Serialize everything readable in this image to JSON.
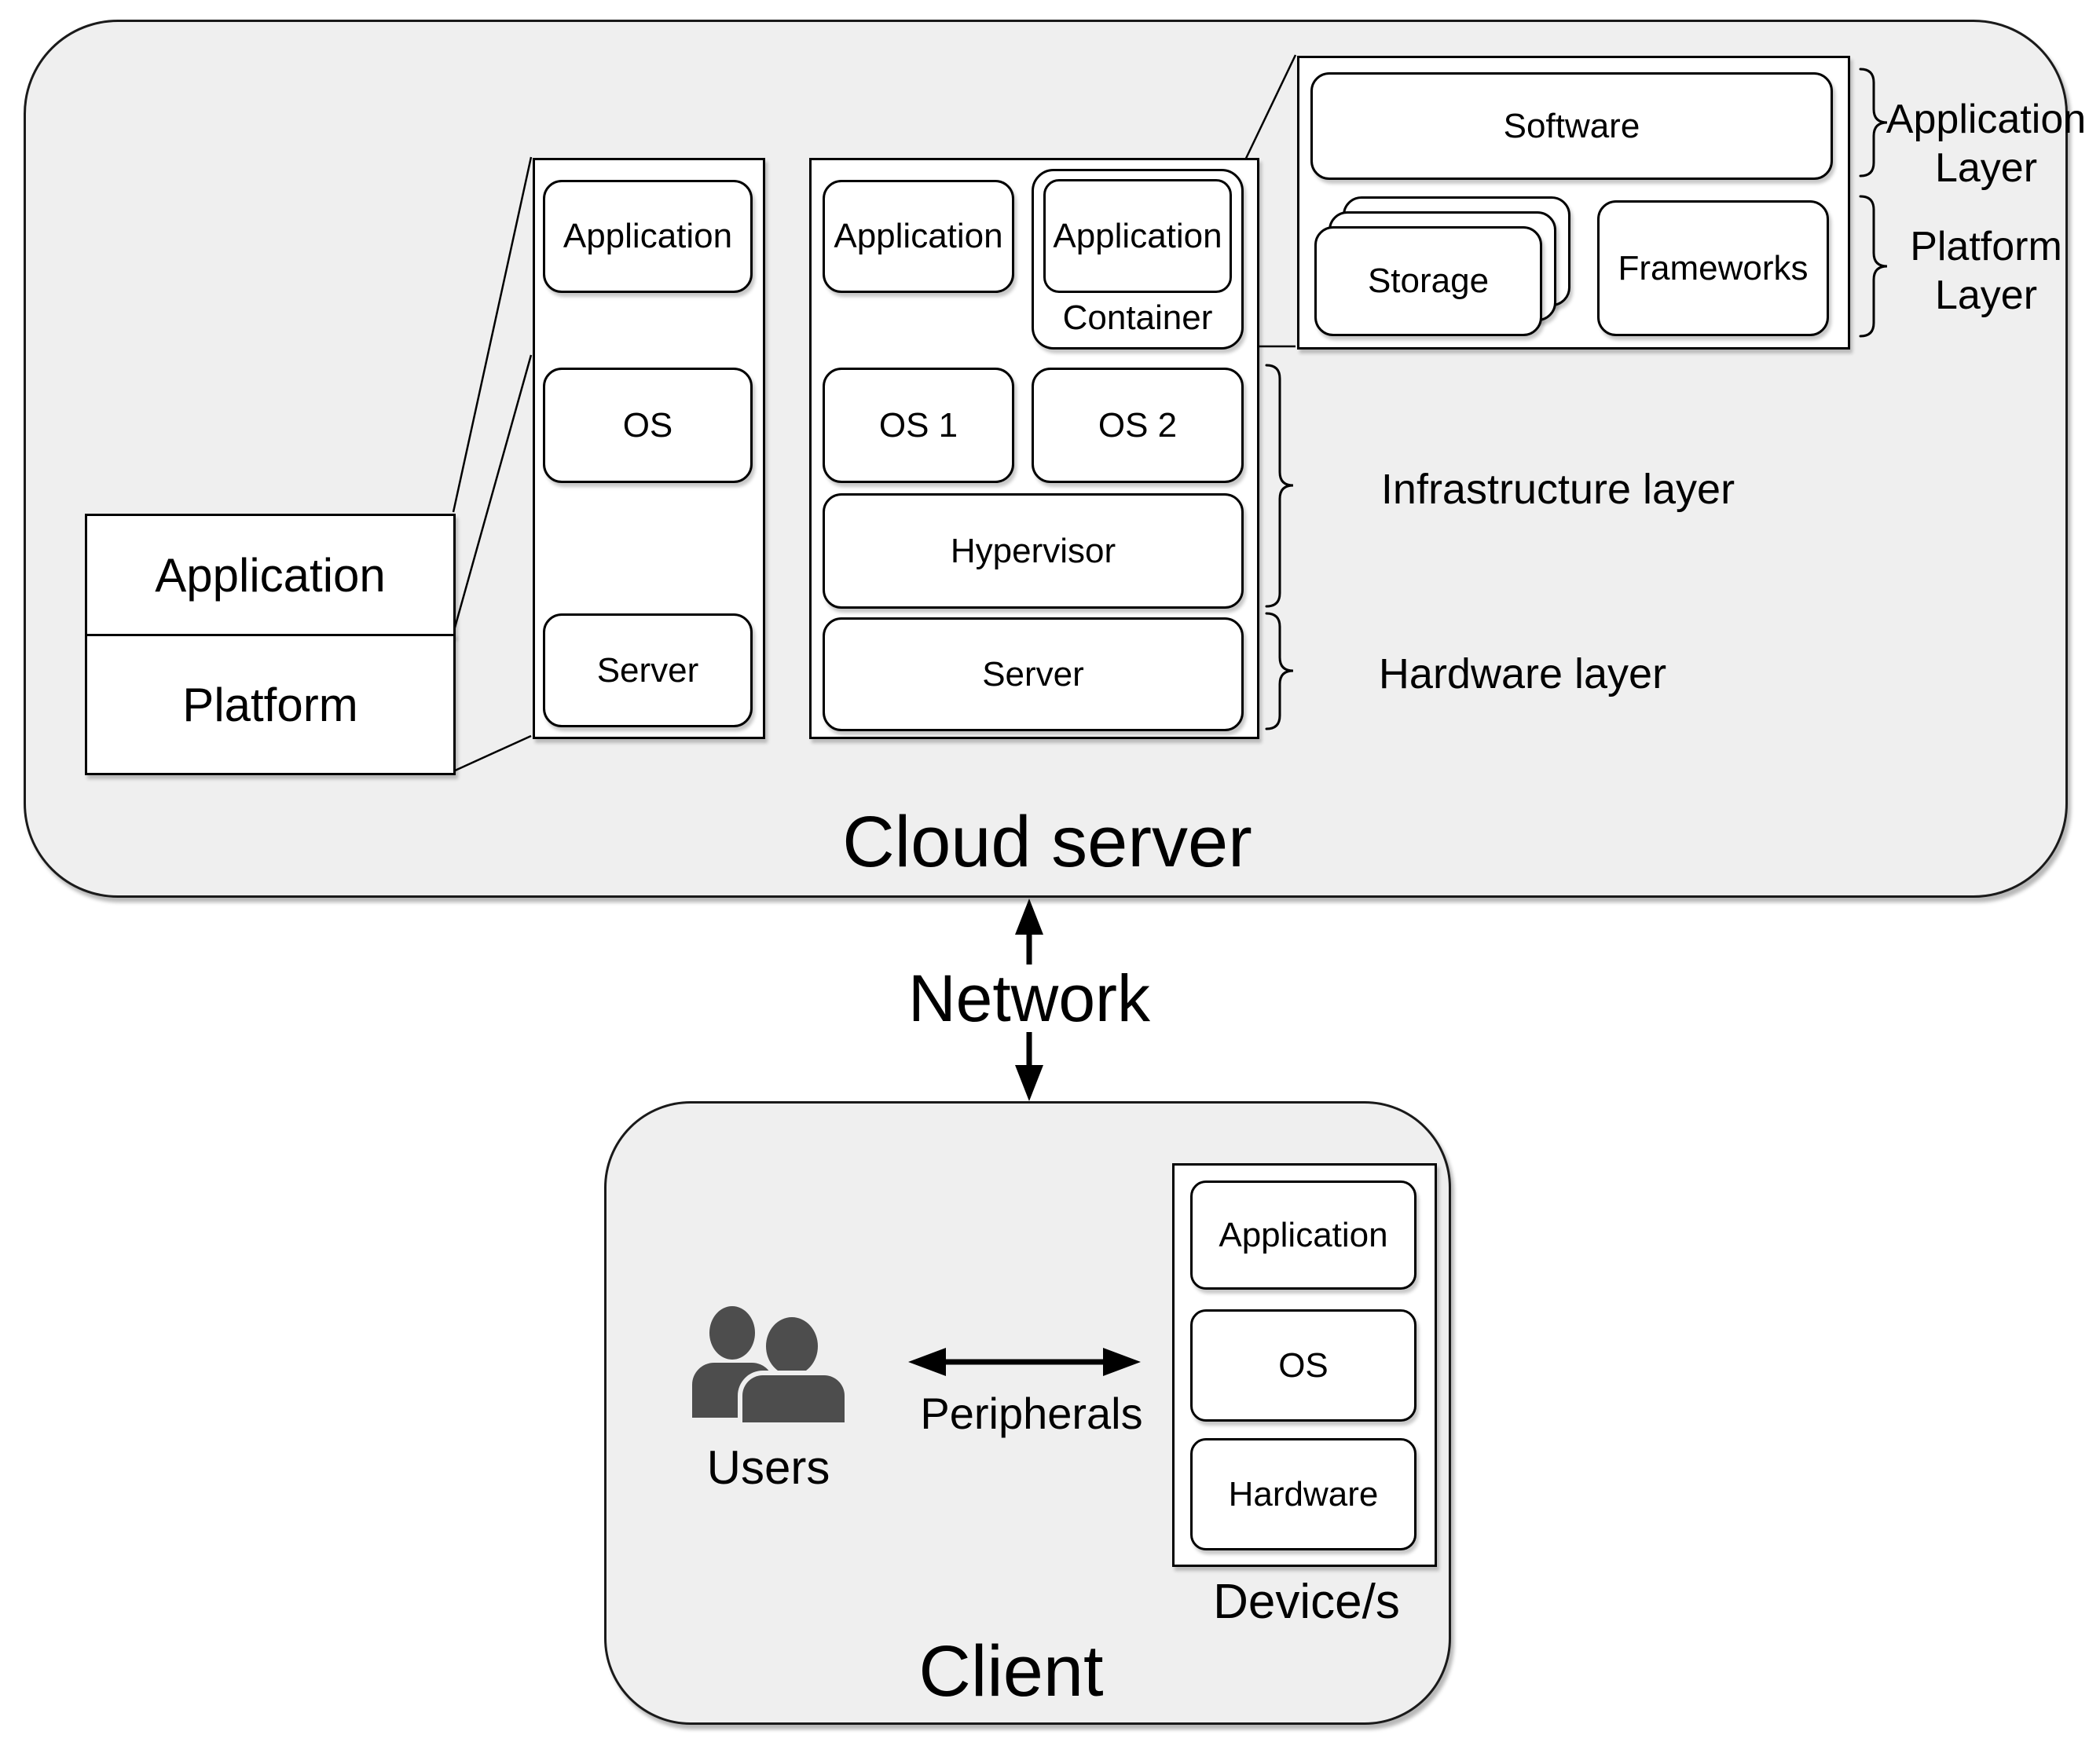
{
  "colors": {
    "canvas_bg": "#ffffff",
    "container_fill": "#efefef",
    "box_fill": "#ffffff",
    "stroke": "#000000",
    "users_icon_gray": "#4d4d4d"
  },
  "cloud": {
    "title": "Cloud server",
    "detail_stack": {
      "application": "Application",
      "platform": "Platform"
    },
    "stack1": {
      "application": "Application",
      "os": "OS",
      "server": "Server"
    },
    "stack2": {
      "application": "Application",
      "container_application": "Application",
      "container_label": "Container",
      "os1": "OS 1",
      "os2": "OS 2",
      "hypervisor": "Hypervisor",
      "server": "Server"
    },
    "platform_detail": {
      "software": "Software",
      "storage": "Storage",
      "frameworks": "Frameworks"
    },
    "layer_labels": {
      "application_layer_line1": "Application",
      "application_layer_line2": "Layer",
      "platform_layer_line1": "Platform",
      "platform_layer_line2": "Layer",
      "infrastructure": "Infrastructure layer",
      "hardware": "Hardware layer"
    }
  },
  "network": {
    "label": "Network"
  },
  "client": {
    "title": "Client",
    "users_label": "Users",
    "peripherals_label": "Peripherals",
    "device": {
      "label": "Device/s",
      "application": "Application",
      "os": "OS",
      "hardware": "Hardware"
    }
  }
}
